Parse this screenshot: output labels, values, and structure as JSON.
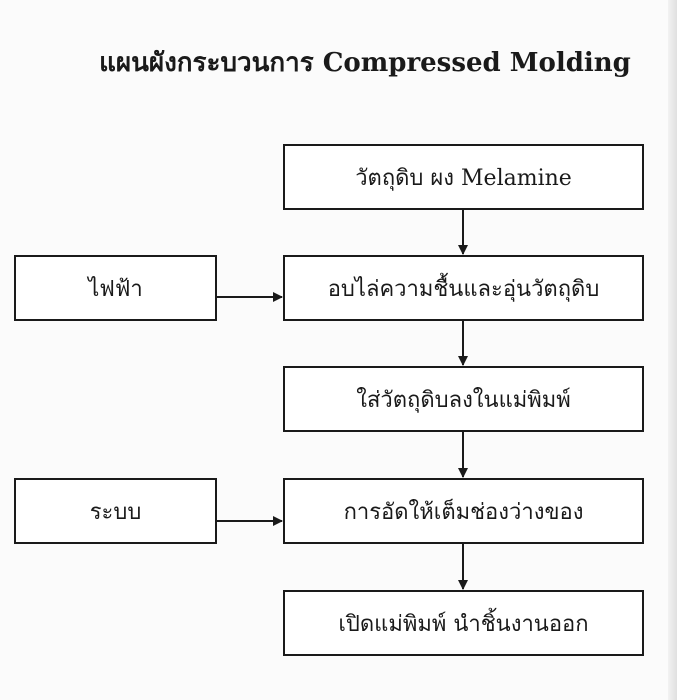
{
  "diagram": {
    "title": "แผนผังกระบวนการ Compressed Molding",
    "steps": [
      {
        "label": "วัตถุดิบ ผง Melamine"
      },
      {
        "label": "อบไล่ความชื้นและอุ่นวัตถุดิบ"
      },
      {
        "label": "ใส่วัตถุดิบลงในแม่พิมพ์"
      },
      {
        "label": "การอัดให้เต็มช่องว่างของ"
      },
      {
        "label": "เปิดแม่พิมพ์ นำชิ้นงานออก"
      }
    ],
    "inputs": [
      {
        "label": "ไฟฟ้า",
        "target_step": 2
      },
      {
        "label": "ระบบ",
        "target_step": 4
      }
    ]
  }
}
